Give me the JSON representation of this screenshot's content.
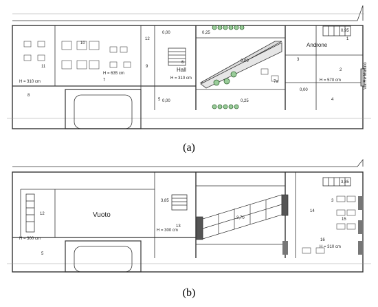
{
  "figure": {
    "captions": {
      "a": "(a)",
      "b": "(b)"
    },
    "plan_a": {
      "labels": {
        "hall": "Hall",
        "hall_height": "H = 310 cm",
        "androne": "Androne",
        "street": "Via Re Martino",
        "height_left": "H = 310 cm",
        "height_mid": "H = 635 cm",
        "height_right": "H = 570 cm",
        "level_top1": "0,00",
        "level_top2": "0,25",
        "level_ramp": "0,00",
        "level_bottom1": "0,00",
        "level_bottom2": "0,25",
        "level_right": "0,00",
        "level_stair": "0,95"
      },
      "room_numbers": [
        "1",
        "2",
        "3",
        "4",
        "5",
        "6",
        "7",
        "7a",
        "8",
        "9",
        "10",
        "11",
        "12"
      ]
    },
    "plan_b": {
      "labels": {
        "vuoto": "Vuoto",
        "height_left": "H = 300 cm",
        "height_mid": "H = 300 cm",
        "height_right": "H = 310 cm",
        "level_top": "3,85",
        "level_mid": "3,85",
        "level_bridge": "3,70"
      },
      "room_numbers": [
        "3",
        "5",
        "12",
        "13",
        "14",
        "15",
        "16"
      ]
    }
  }
}
